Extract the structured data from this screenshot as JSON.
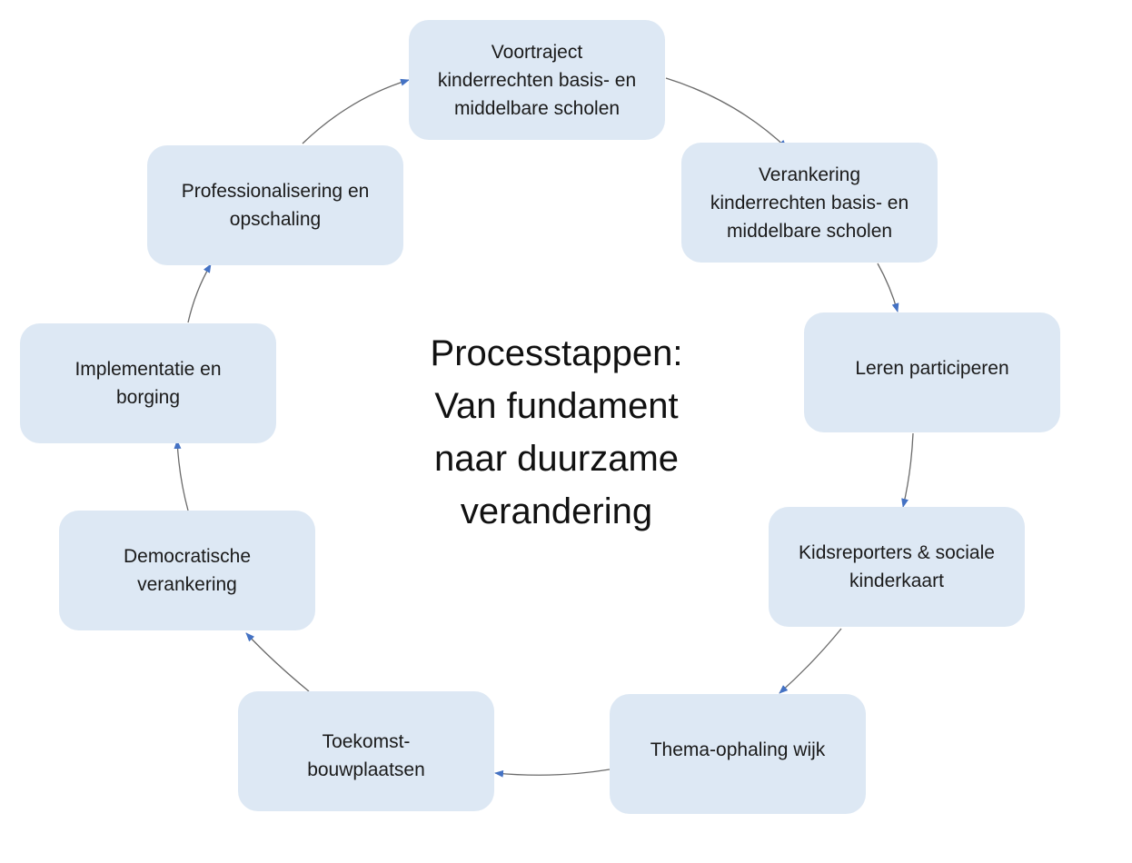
{
  "title": "Processtappen:\nVan fundament\nnaar duurzame\nverandering",
  "colors": {
    "box_fill": "#dde8f4",
    "arrow_line": "#6b6b6b",
    "arrow_head": "#4472c4"
  },
  "steps": [
    {
      "label": "Voortraject\nkinderrechten basis- en\nmiddelbare scholen"
    },
    {
      "label": "Verankering\nkinderrechten basis- en\nmiddelbare scholen"
    },
    {
      "label": "Leren participeren"
    },
    {
      "label": "Kidsreporters & sociale\nkinderkaart"
    },
    {
      "label": "Thema-ophaling wijk"
    },
    {
      "label": "Toekomst-\nbouwplaatsen"
    },
    {
      "label": "Democratische\nverankering"
    },
    {
      "label": "Implementatie en\nborging"
    },
    {
      "label": "Professionalisering en\nopschaling"
    }
  ]
}
